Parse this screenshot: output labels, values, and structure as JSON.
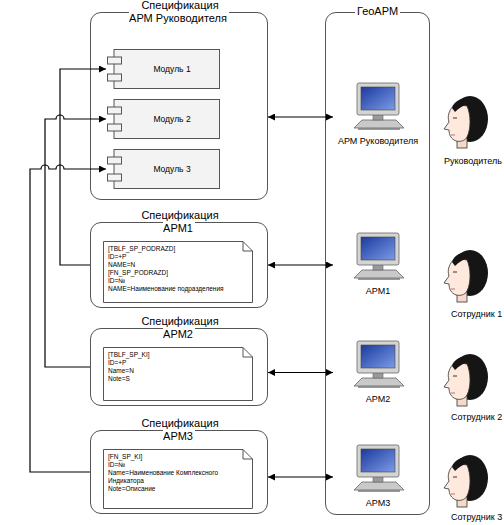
{
  "diagram": {
    "nodes": [
      {
        "text": [
          "Спецификация АРМ Руководителя"
        ]
      },
      {
        "text": [
          "Модуль 1"
        ],
        "in": 0
      },
      {
        "text": [
          "Модуль 2"
        ],
        "in": 0
      },
      {
        "text": [
          "Модуль 3"
        ],
        "in": 0
      },
      {
        "text": [
          "Спецификация АРМ1"
        ]
      },
      {
        "text": [
          "[TBLF_SP_PODRAZD]",
          "ID=+P",
          "NAME=N",
          "[FN_SP_PODRAZD]",
          "ID=№",
          "NAME=Наименование подразделения"
        ],
        "in": 4
      },
      {
        "text": [
          "Спецификация АРМ2"
        ]
      },
      {
        "text": [
          "[TBLF_SP_KI]",
          "ID=+P",
          "Name=N",
          "Note=S"
        ],
        "in": 6
      },
      {
        "text": [
          "Спецификация АРМ3"
        ]
      },
      {
        "text": [
          "[FN_SP_KI]",
          "ID=№",
          "Name=Наименование Комплексного Индикатора",
          "Note=Описание"
        ],
        "in": 8
      },
      {
        "text": [
          "ГеоАРМ"
        ]
      },
      {
        "text": [
          "АРМ Руководителя"
        ],
        "in": 10
      },
      {
        "text": [
          "АРМ1"
        ],
        "in": 10
      },
      {
        "text": [
          "АРМ2"
        ],
        "in": 10
      },
      {
        "text": [
          "АРМ3"
        ],
        "in": 10
      }
    ],
    "edges": [
      {
        "from": 0,
        "to": 11,
        "arrow": "both"
      },
      {
        "from": 4,
        "to": 12,
        "arrow": "both"
      },
      {
        "from": 6,
        "to": 13,
        "arrow": "both"
      },
      {
        "from": 8,
        "to": 14,
        "arrow": "both"
      },
      {
        "from": 4,
        "to": 1,
        "arrow": "to"
      },
      {
        "from": 6,
        "to": 2,
        "arrow": "to"
      },
      {
        "from": 8,
        "to": 3,
        "arrow": "to"
      }
    ],
    "labels": [
      "Руководитель",
      "Сотрудник 1",
      "Сотрудник 2",
      "Сотрудник 3"
    ]
  }
}
